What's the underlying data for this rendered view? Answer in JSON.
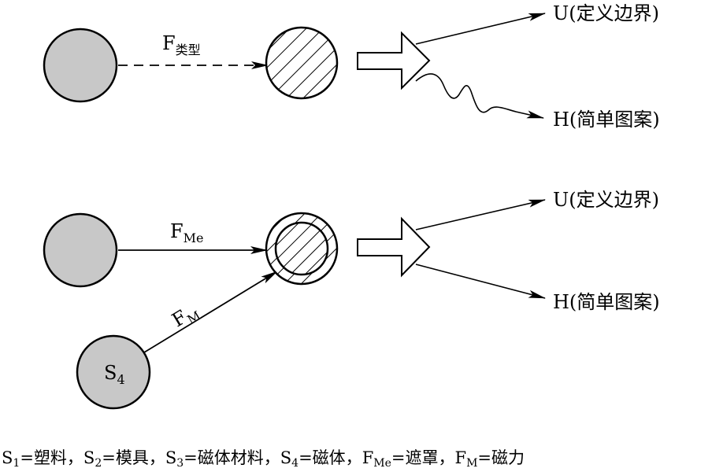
{
  "colors": {
    "node_fill": "#c8c8c8",
    "stroke": "#000000",
    "background": "#ffffff"
  },
  "top_row": {
    "force_main": "F",
    "force_sub": "类型",
    "output_u": "U(定义边界)",
    "output_h": "H(简单图案)"
  },
  "bottom_row": {
    "force_me_main": "F",
    "force_me_sub": "Me",
    "force_m_main": "F",
    "force_m_sub": "M",
    "s4_main": "S",
    "s4_sub": "4",
    "output_u": "U(定义边界)",
    "output_h": "H(简单图案)"
  },
  "legend": [
    {
      "main": "S",
      "sub": "1",
      "desc": "=塑料，"
    },
    {
      "main": "S",
      "sub": "2",
      "desc": "=模具，"
    },
    {
      "main": "S",
      "sub": "3",
      "desc": "=磁体材料，"
    },
    {
      "main": "S",
      "sub": "4",
      "desc": "=磁体，"
    },
    {
      "main": "F",
      "sub": "Me",
      "desc": "=遮罩，"
    },
    {
      "main": "F",
      "sub": "M",
      "desc": "=磁力"
    }
  ]
}
